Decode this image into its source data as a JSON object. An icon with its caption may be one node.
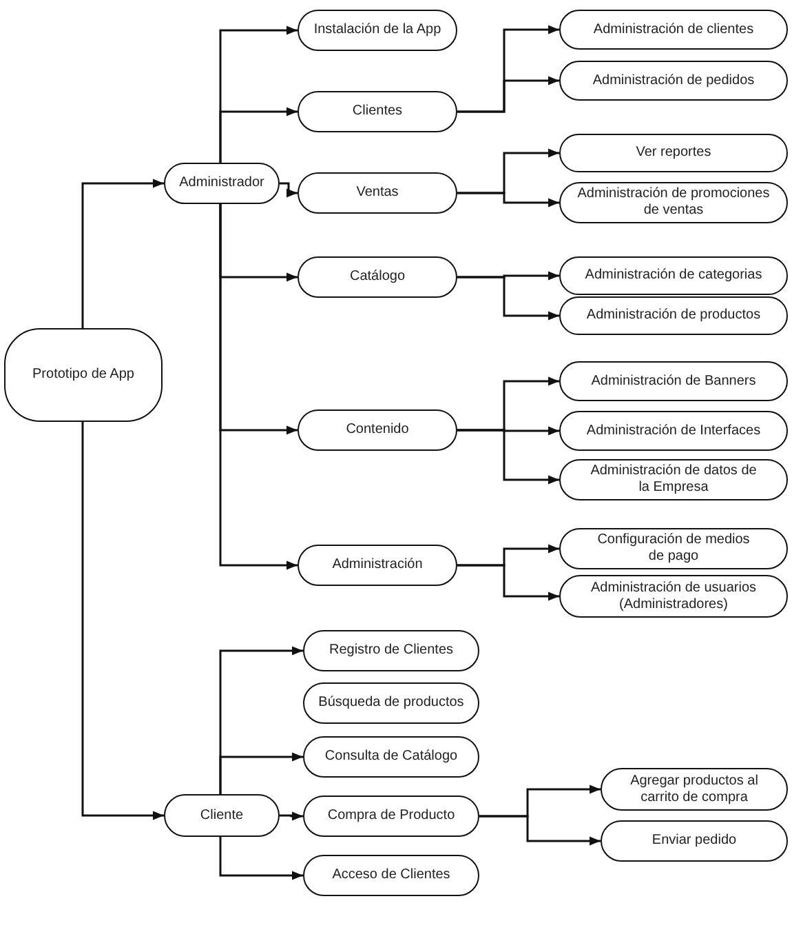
{
  "diagram": {
    "nodes": [
      {
        "text": [
          "Prototipo de App"
        ]
      },
      {
        "text": [
          "Administrador"
        ]
      },
      {
        "text": [
          "Instalación de la App"
        ]
      },
      {
        "text": [
          "Clientes"
        ]
      },
      {
        "text": [
          "Ventas"
        ]
      },
      {
        "text": [
          "Catálogo"
        ]
      },
      {
        "text": [
          "Contenido"
        ]
      },
      {
        "text": [
          "Administración"
        ]
      },
      {
        "text": [
          "Administración de clientes"
        ]
      },
      {
        "text": [
          "Administración de pedidos"
        ]
      },
      {
        "text": [
          "Ver reportes"
        ]
      },
      {
        "text": [
          "Administración de promociones de ventas"
        ]
      },
      {
        "text": [
          "Administración de categorias"
        ]
      },
      {
        "text": [
          "Administración de productos"
        ]
      },
      {
        "text": [
          "Administración de Banners"
        ]
      },
      {
        "text": [
          "Administración de Interfaces"
        ]
      },
      {
        "text": [
          "Administración de datos de la Empresa"
        ]
      },
      {
        "text": [
          "Configuración de medios de pago"
        ]
      },
      {
        "text": [
          "Administración de usuarios (Administradores)"
        ]
      },
      {
        "text": [
          "Cliente"
        ]
      },
      {
        "text": [
          "Registro de Clientes"
        ]
      },
      {
        "text": [
          "Búsqueda de productos"
        ]
      },
      {
        "text": [
          "Consulta de Catálogo"
        ]
      },
      {
        "text": [
          "Compra de Producto"
        ]
      },
      {
        "text": [
          "Acceso de Clientes"
        ]
      },
      {
        "text": [
          "Agregar productos al carrito de compra"
        ]
      },
      {
        "text": [
          "Enviar pedido"
        ]
      }
    ],
    "edges": [
      {
        "from": 0,
        "to": 1,
        "arrow": "to"
      },
      {
        "from": 0,
        "to": 19,
        "arrow": "to"
      },
      {
        "from": 1,
        "to": 2,
        "arrow": "to"
      },
      {
        "from": 1,
        "to": 3,
        "arrow": "to"
      },
      {
        "from": 1,
        "to": 4,
        "arrow": "to"
      },
      {
        "from": 1,
        "to": 5,
        "arrow": "to"
      },
      {
        "from": 1,
        "to": 6,
        "arrow": "to"
      },
      {
        "from": 1,
        "to": 7,
        "arrow": "to"
      },
      {
        "from": 3,
        "to": 8,
        "arrow": "to"
      },
      {
        "from": 3,
        "to": 9,
        "arrow": "to"
      },
      {
        "from": 4,
        "to": 10,
        "arrow": "to"
      },
      {
        "from": 4,
        "to": 11,
        "arrow": "to"
      },
      {
        "from": 5,
        "to": 12,
        "arrow": "to"
      },
      {
        "from": 5,
        "to": 13,
        "arrow": "to"
      },
      {
        "from": 6,
        "to": 14,
        "arrow": "to"
      },
      {
        "from": 6,
        "to": 15,
        "arrow": "to"
      },
      {
        "from": 6,
        "to": 16,
        "arrow": "to"
      },
      {
        "from": 7,
        "to": 17,
        "arrow": "to"
      },
      {
        "from": 7,
        "to": 18,
        "arrow": "to"
      },
      {
        "from": 19,
        "to": 20,
        "arrow": "to"
      },
      {
        "from": 19,
        "to": 22,
        "arrow": "to"
      },
      {
        "from": 19,
        "to": 23,
        "arrow": "to"
      },
      {
        "from": 19,
        "to": 24,
        "arrow": "to"
      },
      {
        "from": 23,
        "to": 25,
        "arrow": "to"
      },
      {
        "from": 23,
        "to": 26,
        "arrow": "to"
      }
    ]
  }
}
